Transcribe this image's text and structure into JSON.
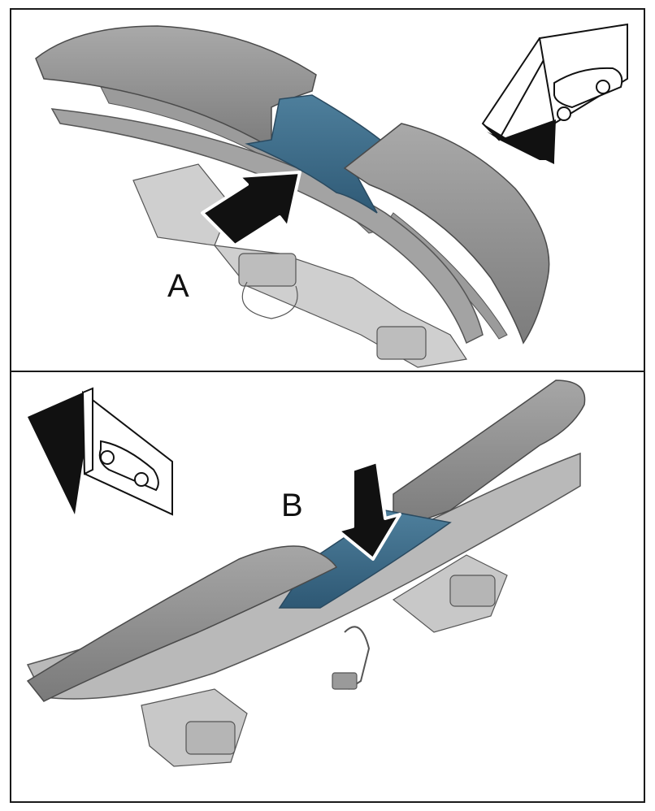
{
  "figure": {
    "panels": [
      {
        "id": "top",
        "callout": "A",
        "direction_indicator": "car-front-left"
      },
      {
        "id": "bottom",
        "callout": "B",
        "direction_indicator": "car-front-left"
      }
    ],
    "highlight_color": "#3e6d8b",
    "part_color": "#8f8f8f"
  }
}
